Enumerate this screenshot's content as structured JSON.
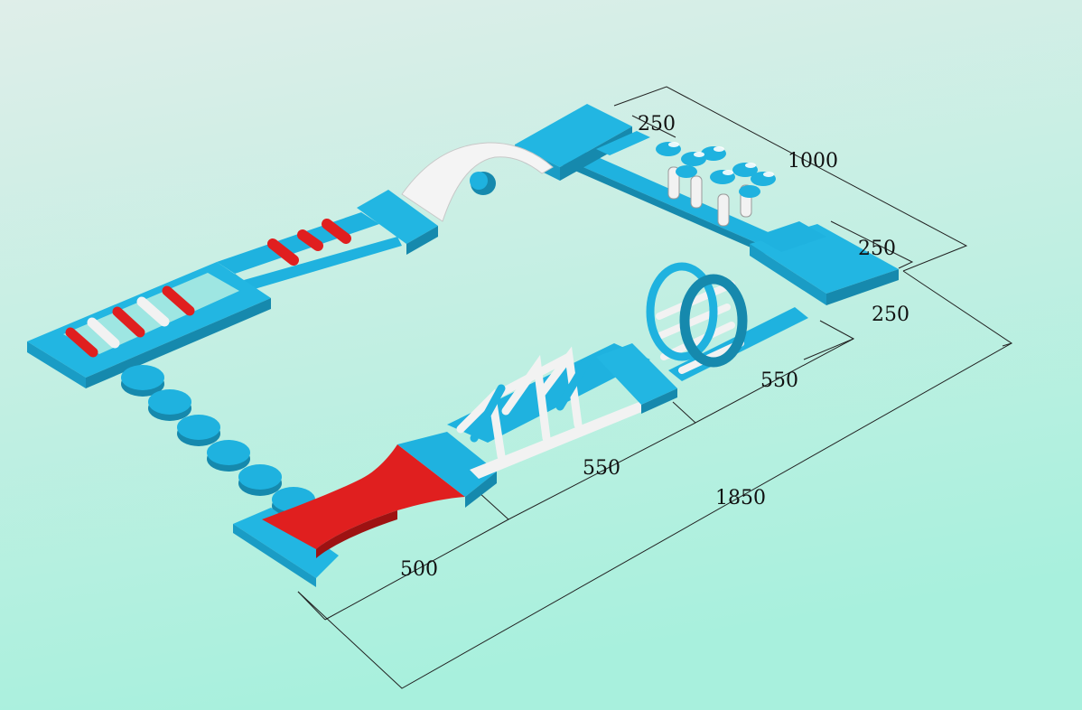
{
  "dimensions": {
    "d250_top": "250",
    "d1000": "1000",
    "d250_mid": "250",
    "d250_right": "250",
    "d550_upper": "550",
    "d550_lower": "550",
    "d1850": "1850",
    "d500": "500"
  },
  "colors": {
    "bg_top": "#d9ede8",
    "bg_bottom": "#a9f0de",
    "blue": "#1fb2df",
    "blue_dark": "#1689ad",
    "red": "#e01f1f",
    "red_dark": "#9e1212",
    "white": "#f4f4f4",
    "gray": "#b8b8b8"
  },
  "icons": [
    "ramp-slide",
    "ladder",
    "roller-cylinders",
    "stepping-discs",
    "hurdle-frames",
    "spinning-wheel",
    "climbing-pillars",
    "dimension-lines"
  ]
}
